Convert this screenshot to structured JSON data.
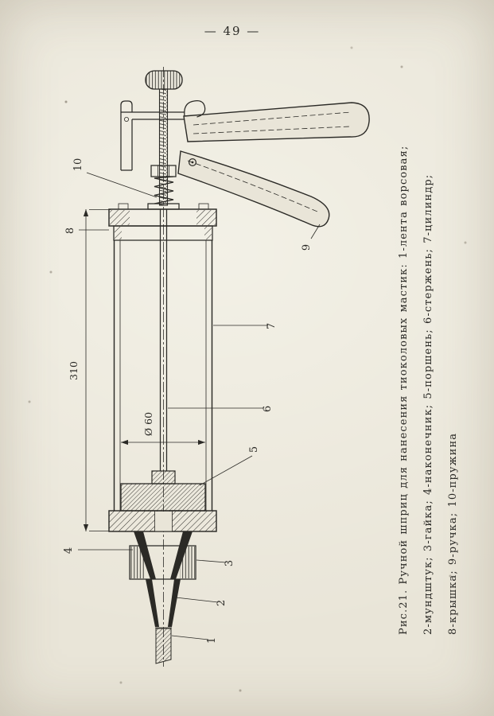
{
  "page": {
    "number": "— 49 —"
  },
  "figure": {
    "caption": {
      "lines": [
        "Рис.21. Ручной шприц для нанесения тиоколовых мастик: 1-лента ворсовая;",
        "2-мундштук; 3-гайка; 4-наконечник; 5-поршень; 6-стержень; 7-цилиндр;",
        "8-крышка; 9-ручка; 10-пружина"
      ]
    },
    "dimensions": {
      "length": "310",
      "diameter": "Ø 60"
    },
    "callouts": {
      "c1": "1",
      "c2": "2",
      "c3": "3",
      "c4": "4",
      "c5": "5",
      "c6": "6",
      "c7": "7",
      "c8": "8",
      "c9": "9",
      "c10": "10"
    }
  },
  "colors": {
    "paper": "#e9e5d8",
    "ink": "#2b2a26"
  }
}
